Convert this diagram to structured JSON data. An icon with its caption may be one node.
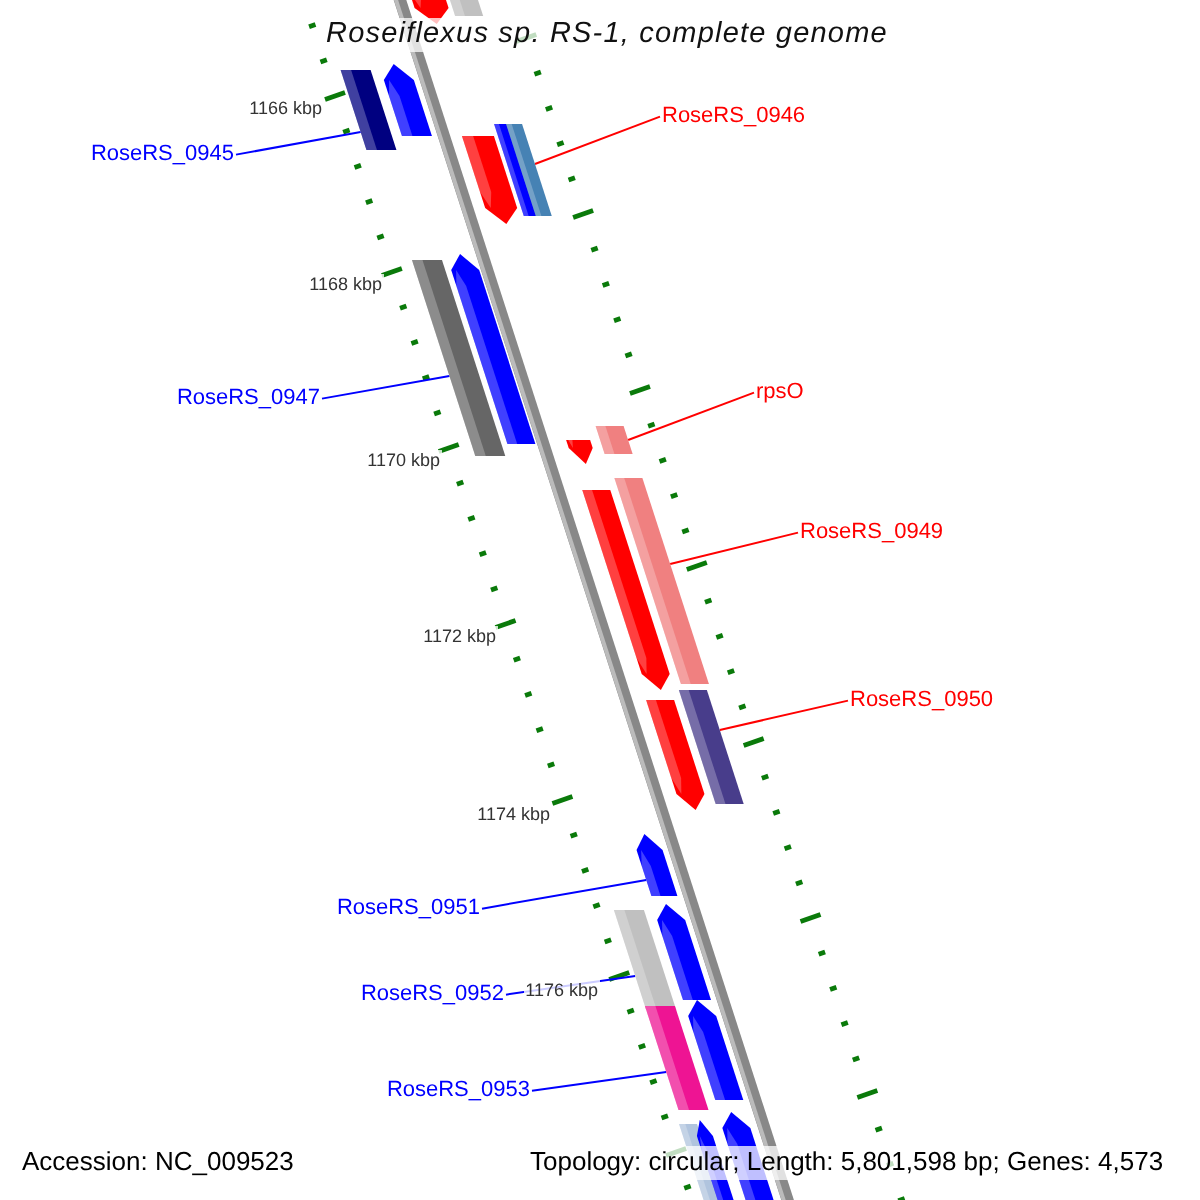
{
  "diagram": {
    "title": "Roseiflexus sp. RS-1, complete genome",
    "nodes": [
      {
        "text": [
          "RoseRS_0946"
        ]
      },
      {
        "text": [],
        "shape": "bar"
      },
      {
        "text": [
          "RoseRS_0945"
        ]
      },
      {
        "text": [],
        "shape": "bar"
      },
      {
        "text": [
          "RoseRS_0947"
        ]
      },
      {
        "text": [],
        "shape": "bar"
      },
      {
        "text": [
          "rpsO"
        ]
      },
      {
        "text": [],
        "shape": "bar"
      },
      {
        "text": [
          "RoseRS_0949"
        ]
      },
      {
        "text": [],
        "shape": "bar"
      },
      {
        "text": [
          "RoseRS_0950"
        ]
      },
      {
        "text": [],
        "shape": "bar"
      },
      {
        "text": [
          "RoseRS_0951"
        ]
      },
      {
        "text": [],
        "shape": "bar"
      },
      {
        "text": [
          "RoseRS_0952"
        ]
      },
      {
        "text": [],
        "shape": "bar"
      },
      {
        "text": [
          "RoseRS_0953"
        ]
      },
      {
        "text": [],
        "shape": "bar"
      }
    ],
    "edges": [
      {
        "from": 0,
        "to": 1,
        "arrow": "none",
        "color": "#ff0000"
      },
      {
        "from": 2,
        "to": 3,
        "arrow": "none"
      },
      {
        "from": 4,
        "to": 5,
        "arrow": "none"
      },
      {
        "from": 6,
        "to": 7,
        "arrow": "none",
        "color": "#ff0000"
      },
      {
        "from": 8,
        "to": 9,
        "arrow": "none",
        "color": "#ff0000"
      },
      {
        "from": 10,
        "to": 11,
        "arrow": "none",
        "color": "#ff0000"
      },
      {
        "from": 12,
        "to": 13,
        "arrow": "none"
      },
      {
        "from": 14,
        "to": 15,
        "arrow": "none"
      },
      {
        "from": 16,
        "to": 17,
        "arrow": "none"
      }
    ],
    "labels": [
      "1166 kbp",
      "1168 kbp",
      "1170 kbp",
      "1172 kbp",
      "1174 kbp",
      "1176 kbp",
      "Accession: NC_009523",
      "Topology: circular; Length: 5,801,598 bp; Genes: 4,573"
    ]
  }
}
